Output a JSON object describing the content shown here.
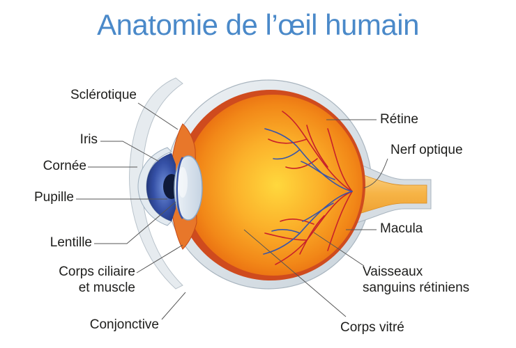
{
  "title": "Anatomie de l’œil humain",
  "labels": {
    "sclerotique": "Sclérotique",
    "iris": "Iris",
    "cornee": "Cornée",
    "pupille": "Pupille",
    "lentille": "Lentille",
    "corps_ciliaire_line1": "Corps ciliaire",
    "corps_ciliaire_line2": "et muscle",
    "conjonctive": "Conjonctive",
    "retine": "Rétine",
    "nerf_optique": "Nerf optique",
    "macula": "Macula",
    "vaisseaux_line1": "Vaisseaux",
    "vaisseaux_line2": "sanguins rétiniens",
    "corps_vitre": "Corps vitré"
  },
  "colors": {
    "title": "#4a89c9",
    "vitreous_center": "#ffd23a",
    "vitreous_edge": "#f07a10",
    "sclera": "#d8e0e6",
    "choroid": "#cf4b1e",
    "iris": "#3b5bb0",
    "lens": "#d9e4ef",
    "nerve": "#f7b548",
    "artery": "#c8202a",
    "vein": "#3a55a8",
    "leader_line": "#555555"
  }
}
